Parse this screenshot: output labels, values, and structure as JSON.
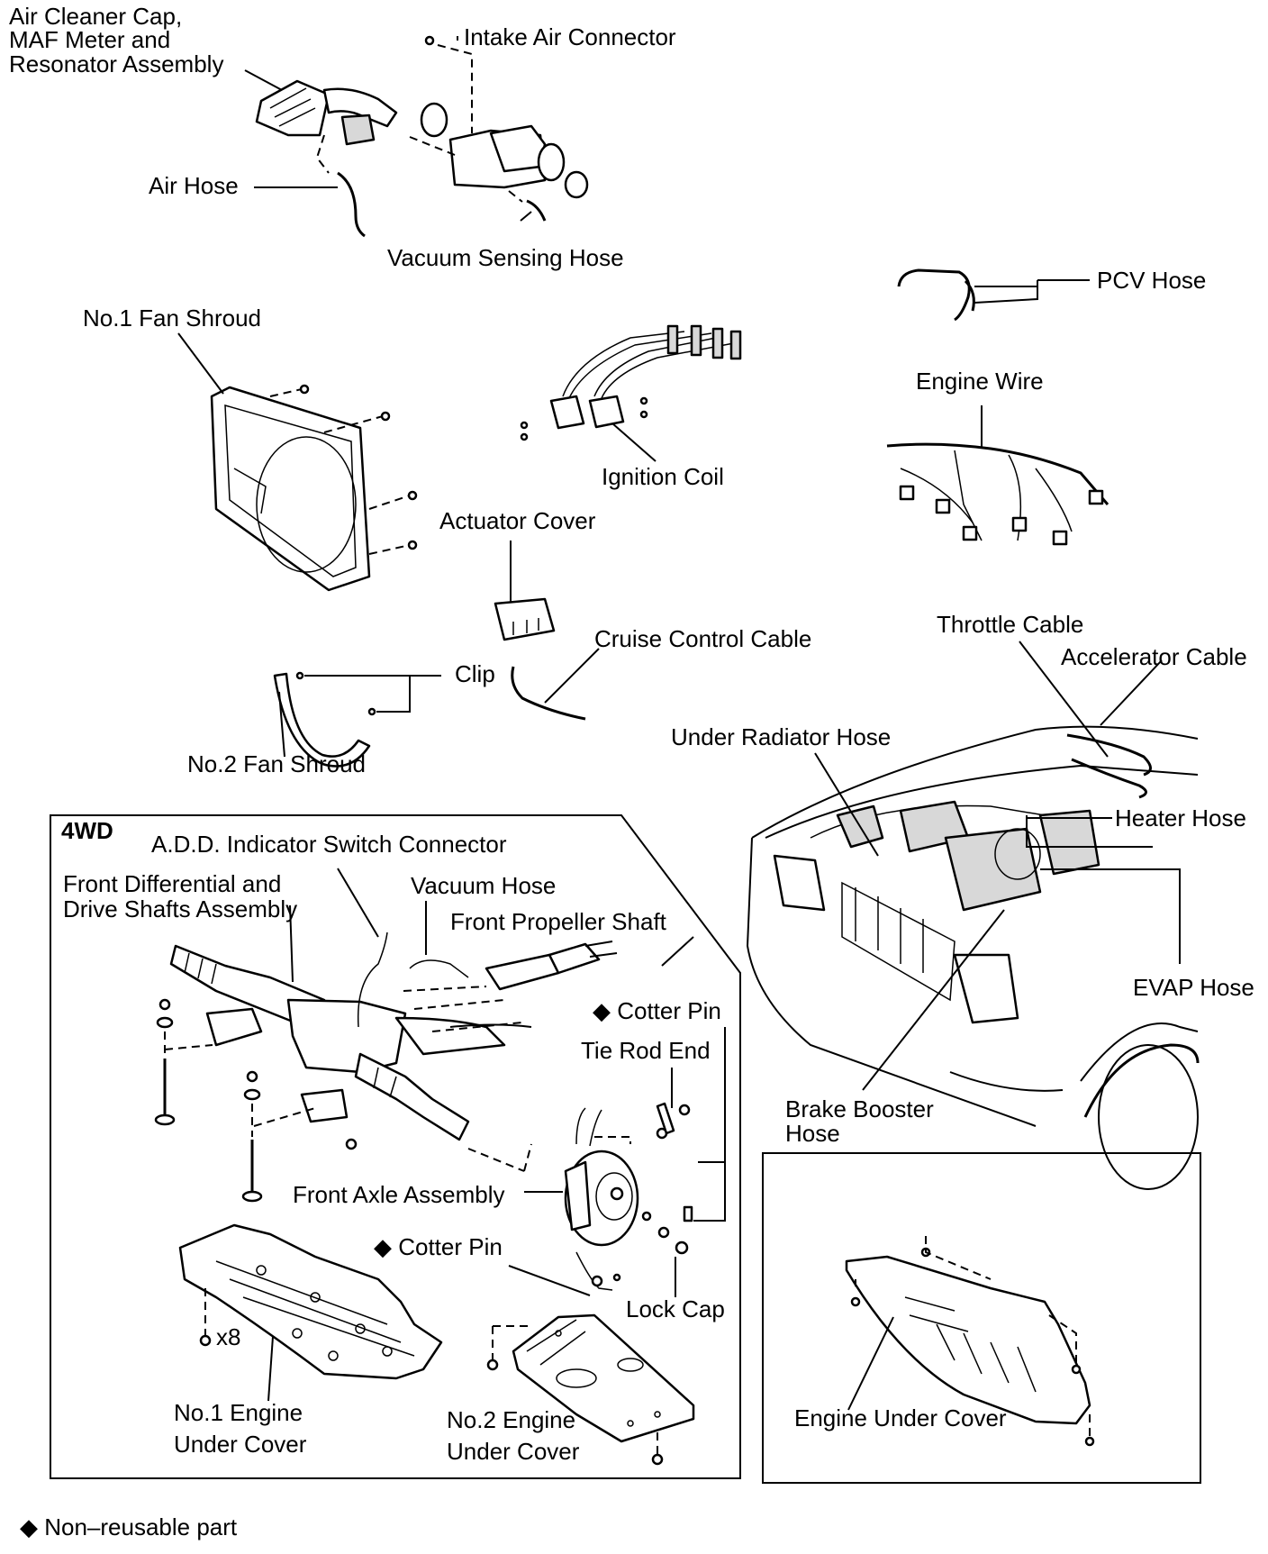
{
  "labels": {
    "air_cleaner_line1": "Air Cleaner Cap,",
    "air_cleaner_line2": "MAF Meter and",
    "air_cleaner_line3": "Resonator Assembly",
    "intake_air_connector": "Intake Air Connector",
    "air_hose": "Air Hose",
    "vacuum_sensing_hose": "Vacuum Sensing Hose",
    "pcv_hose": "PCV Hose",
    "no1_fan_shroud": "No.1 Fan Shroud",
    "engine_wire": "Engine Wire",
    "ignition_coil": "Ignition Coil",
    "actuator_cover": "Actuator Cover",
    "cruise_control_cable": "Cruise Control Cable",
    "clip": "Clip",
    "no2_fan_shroud": "No.2 Fan Shroud",
    "throttle_cable": "Throttle Cable",
    "accelerator_cable": "Accelerator Cable",
    "under_radiator_hose": "Under Radiator Hose",
    "heater_hose": "Heater Hose",
    "evap_hose": "EVAP Hose",
    "brake_booster_hose_line1": "Brake Booster",
    "brake_booster_hose_line2": "Hose",
    "engine_under_cover": "Engine Under Cover",
    "box_4wd": "4WD",
    "add_switch_connector": "A.D.D. Indicator Switch Connector",
    "front_diff_line1": "Front Differential and",
    "front_diff_line2": "Drive Shafts Assembly",
    "vacuum_hose": "Vacuum Hose",
    "front_propeller_shaft": "Front Propeller Shaft",
    "cotter_pin_upper": "◆ Cotter Pin",
    "tie_rod_end": "Tie Rod End",
    "front_axle_assembly": "Front Axle Assembly",
    "cotter_pin_lower": "◆ Cotter Pin",
    "lock_cap": "Lock Cap",
    "x8": "x8",
    "no1_engine_under_cover_line1": "No.1 Engine",
    "no1_engine_under_cover_line2": "Under Cover",
    "no2_engine_under_cover_line1": "No.2 Engine",
    "no2_engine_under_cover_line2": "Under Cover"
  },
  "footnote": "◆ Non–reusable part"
}
